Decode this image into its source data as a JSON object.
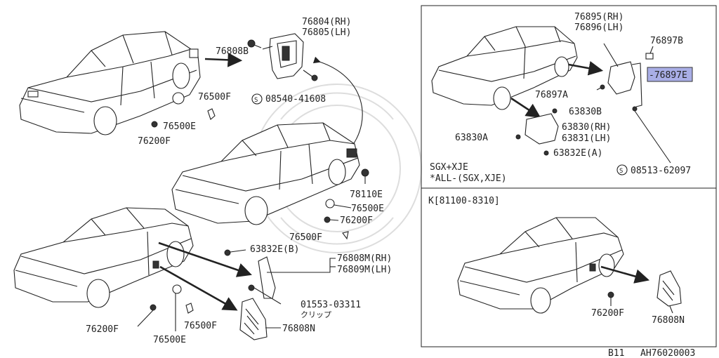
{
  "callouts": {
    "p76804": "76804(RH)",
    "p76805": "76805(LH)",
    "p76808B": "76808B",
    "s08540": "08540-41608",
    "p76500F_a": "76500F",
    "p76500E_a": "76500E",
    "p76200F_a": "76200F",
    "p78110E": "78110E",
    "p76500E_b": "76500E",
    "p76200F_b": "76200F",
    "p76500F_b": "76500F",
    "p63832EB": "63832E(B)",
    "p76808M": "76808M(RH)",
    "p76809M": "76809M(LH)",
    "p01553": "01553-03311",
    "clip_jp": "クリップ",
    "p76200F_c": "76200F",
    "p76500F_c": "76500F",
    "p76500E_c": "76500E",
    "p76808N_a": "76808N",
    "p76895": "76895(RH)",
    "p76896": "76896(LH)",
    "p76897B": "76897B",
    "p76897E": "-76897E",
    "p76897A": "76897A",
    "p63830B": "63830B",
    "p63830A": "63830A",
    "p63830": "63830(RH)",
    "p63831": "63831(LH)",
    "p63832EA": "63832E(A)",
    "s08513": "08513-62097",
    "note1": "SGX+XJE",
    "note2": "*ALL-(SGX,XJE)",
    "serial_range": "K[81100-8310]",
    "p76200F_d": "76200F",
    "p76808N_b": "76808N"
  },
  "footer": {
    "model": "B11",
    "diagram_id": "AH76020003"
  },
  "colors": {
    "line": "#222222",
    "highlight": "#a9aee6"
  }
}
